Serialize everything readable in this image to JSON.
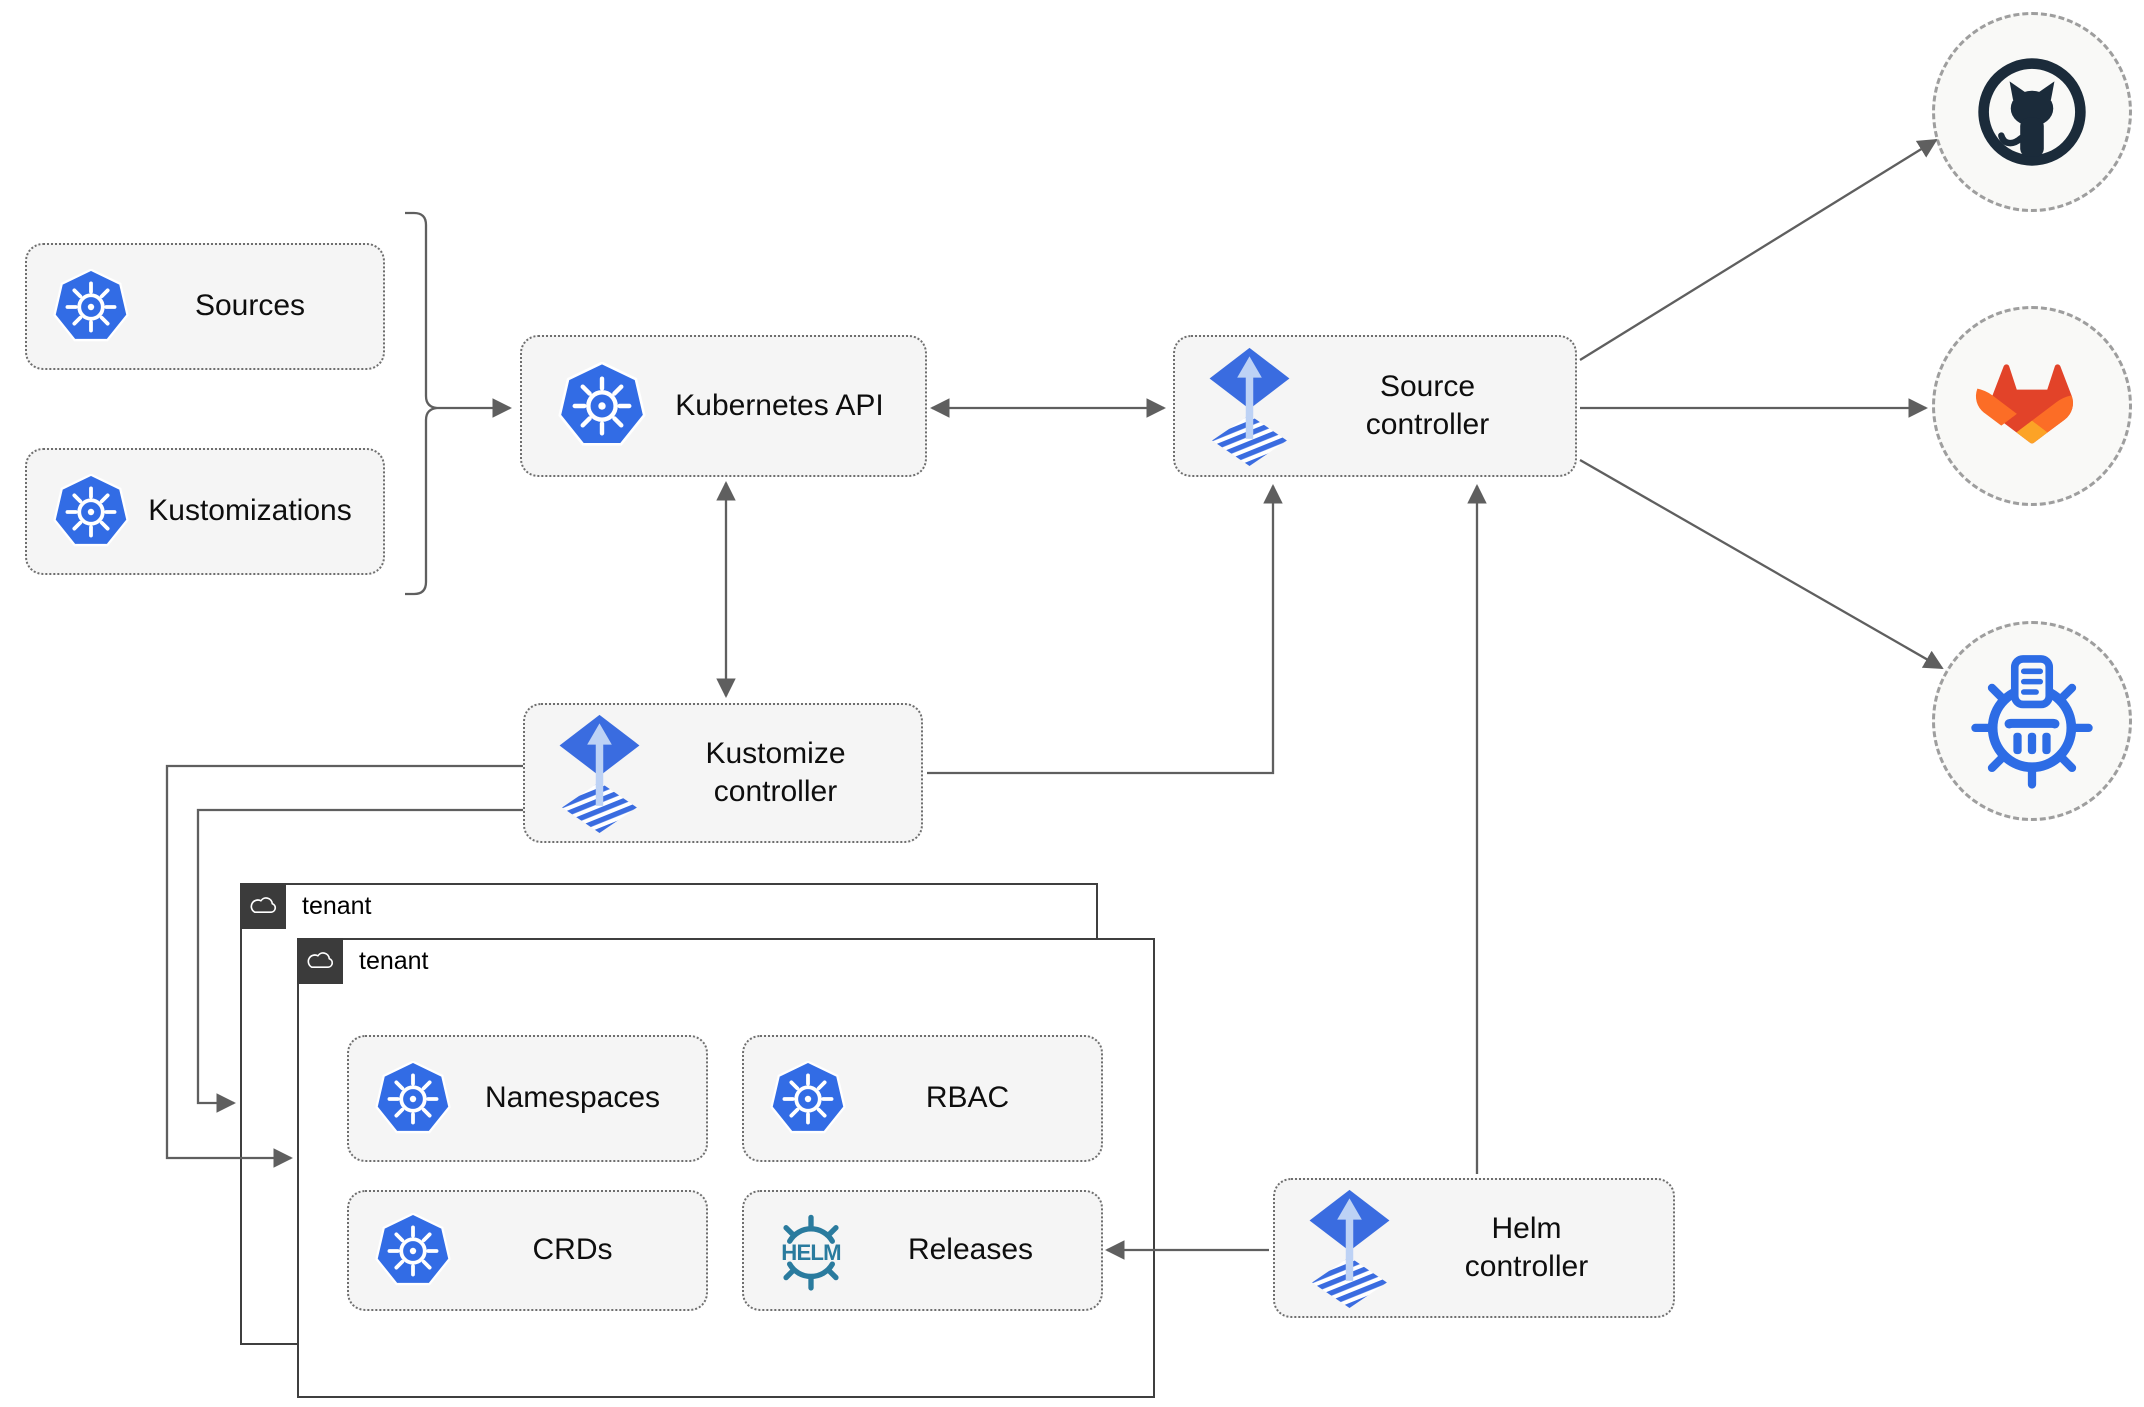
{
  "nodes": {
    "sources": {
      "label": "Sources"
    },
    "kustomizations": {
      "label": "Kustomizations"
    },
    "kubernetes_api": {
      "label": "Kubernetes API"
    },
    "source_controller": {
      "label": "Source\ncontroller"
    },
    "kustomize_controller": {
      "label": "Kustomize\ncontroller"
    },
    "helm_controller": {
      "label": "Helm\ncontroller"
    },
    "namespaces": {
      "label": "Namespaces"
    },
    "rbac": {
      "label": "RBAC"
    },
    "crds": {
      "label": "CRDs"
    },
    "releases": {
      "label": "Releases"
    }
  },
  "tenants": [
    {
      "label": "tenant"
    },
    {
      "label": "tenant"
    }
  ],
  "external_targets": [
    {
      "name": "github",
      "icon": "github-icon"
    },
    {
      "name": "gitlab",
      "icon": "gitlab-icon"
    },
    {
      "name": "chartmuseum",
      "icon": "chartmuseum-icon"
    }
  ],
  "helm_logo_text": "HELM",
  "icon_names": {
    "kubernetes": "kubernetes-icon",
    "flux": "flux-icon",
    "helm": "helm-icon",
    "cloud": "cloud-icon",
    "github": "github-icon",
    "gitlab": "gitlab-icon",
    "chartmuseum": "chartmuseum-icon"
  },
  "edges": [
    {
      "from": "sources/kustomizations",
      "to": "kubernetes_api",
      "style": "arrow"
    },
    {
      "from": "kubernetes_api",
      "to": "source_controller",
      "style": "double-arrow"
    },
    {
      "from": "kubernetes_api",
      "to": "kustomize_controller",
      "style": "double-arrow"
    },
    {
      "from": "kustomize_controller",
      "to": "source_controller",
      "style": "arrow"
    },
    {
      "from": "kustomize_controller",
      "to": "tenant_front",
      "style": "arrow"
    },
    {
      "from": "kustomize_controller",
      "to": "tenant_back",
      "style": "arrow"
    },
    {
      "from": "helm_controller",
      "to": "source_controller",
      "style": "arrow"
    },
    {
      "from": "helm_controller",
      "to": "releases",
      "style": "arrow"
    },
    {
      "from": "source_controller",
      "to": "github",
      "style": "arrow"
    },
    {
      "from": "source_controller",
      "to": "gitlab",
      "style": "arrow"
    },
    {
      "from": "source_controller",
      "to": "chartmuseum",
      "style": "arrow"
    }
  ],
  "colors": {
    "kubernetes_blue": "#326CE5",
    "flux_blue": "#3A6CE0",
    "flux_arrow_light": "#BDD2F5",
    "helm_teal": "#2A7B9E",
    "github_dark": "#1B2B3A",
    "gitlab_red": "#E24329",
    "gitlab_orange": "#FC6D26",
    "gitlab_yellow": "#FCA326",
    "chartmuseum_blue": "#2D6CE5",
    "node_fill": "#F5F5F5",
    "line_gray": "#5F5F5F",
    "tenant_border": "#3F3F3F",
    "tenant_header_bg": "#3B3B3B"
  }
}
